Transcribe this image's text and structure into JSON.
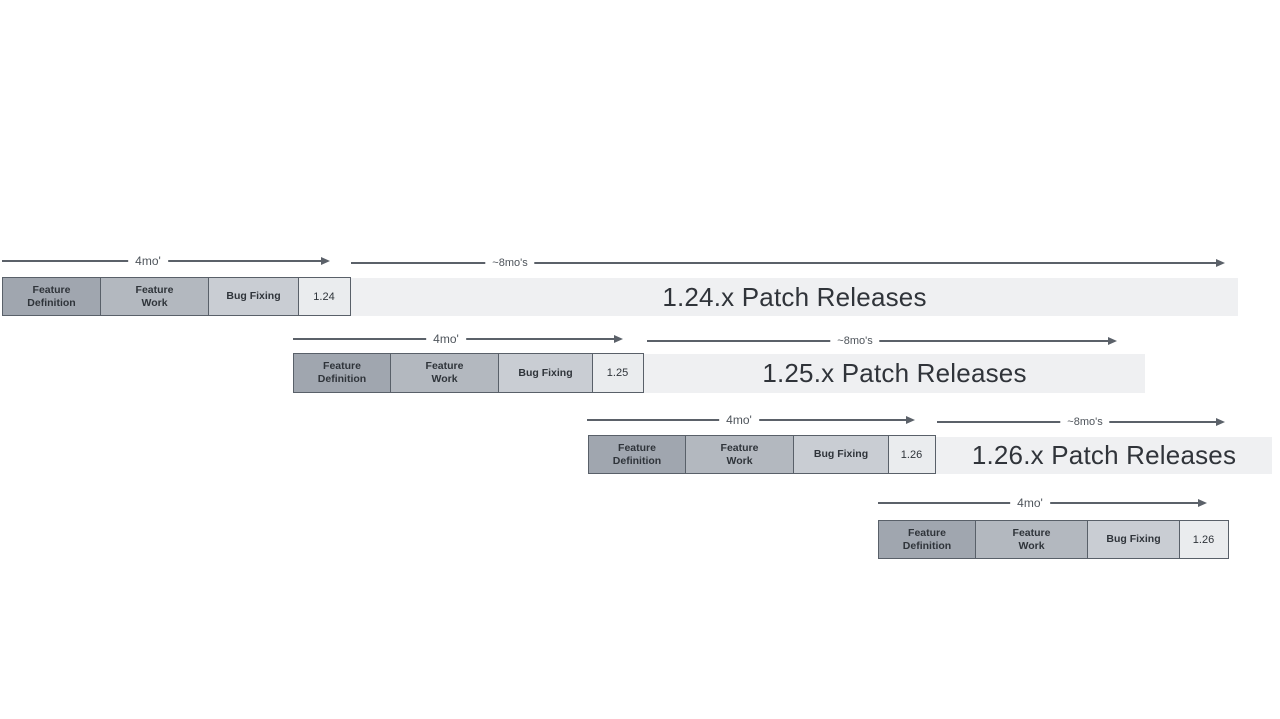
{
  "page": {
    "background": "#ffffff"
  },
  "diagram": {
    "type": "release-cadence-timeline",
    "cycle_arrow_label": "4mo'",
    "patch_arrow_label": "~8mo's",
    "phase_labels": [
      "Feature Definition",
      "Feature Work",
      "Bug Fixing"
    ],
    "rows": [
      {
        "version": "1.24",
        "patch_release_label": "1.24.x Patch Releases"
      },
      {
        "version": "1.25",
        "patch_release_label": "1.25.x Patch Releases"
      },
      {
        "version": "1.26",
        "patch_release_label": "1.26.x Patch Releases"
      },
      {
        "version": "1.26",
        "patch_release_label": ""
      }
    ],
    "colors": {
      "feature_definition_fill": "#a0a6af",
      "feature_work_fill": "#b3b8bf",
      "bug_fixing_fill": "#c9cdd3",
      "version_fill": "#eaecee",
      "box_border": "#596069",
      "patch_bar_fill": "#eff0f2",
      "arrow": "#5b6169",
      "box_text": "#2f343a",
      "arrow_label_text": "#4e545b",
      "patch_text": "#30343a"
    }
  }
}
